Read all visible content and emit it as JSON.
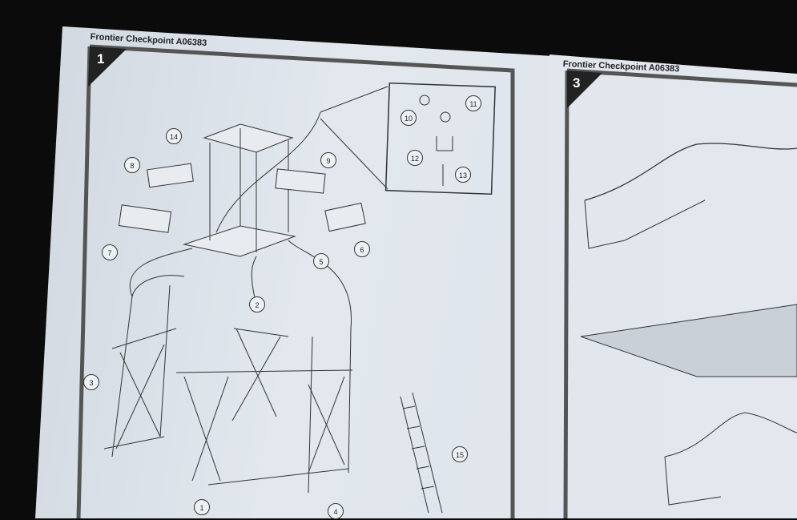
{
  "left_page": {
    "header": "Frontier Checkpoint A06383",
    "step": "1",
    "callouts": [
      "14",
      "8",
      "9",
      "7",
      "6",
      "5",
      "2",
      "3",
      "1",
      "4",
      "15",
      "10",
      "11",
      "12",
      "13"
    ]
  },
  "right_page": {
    "header": "Frontier Checkpoint A06383",
    "step": "3"
  }
}
